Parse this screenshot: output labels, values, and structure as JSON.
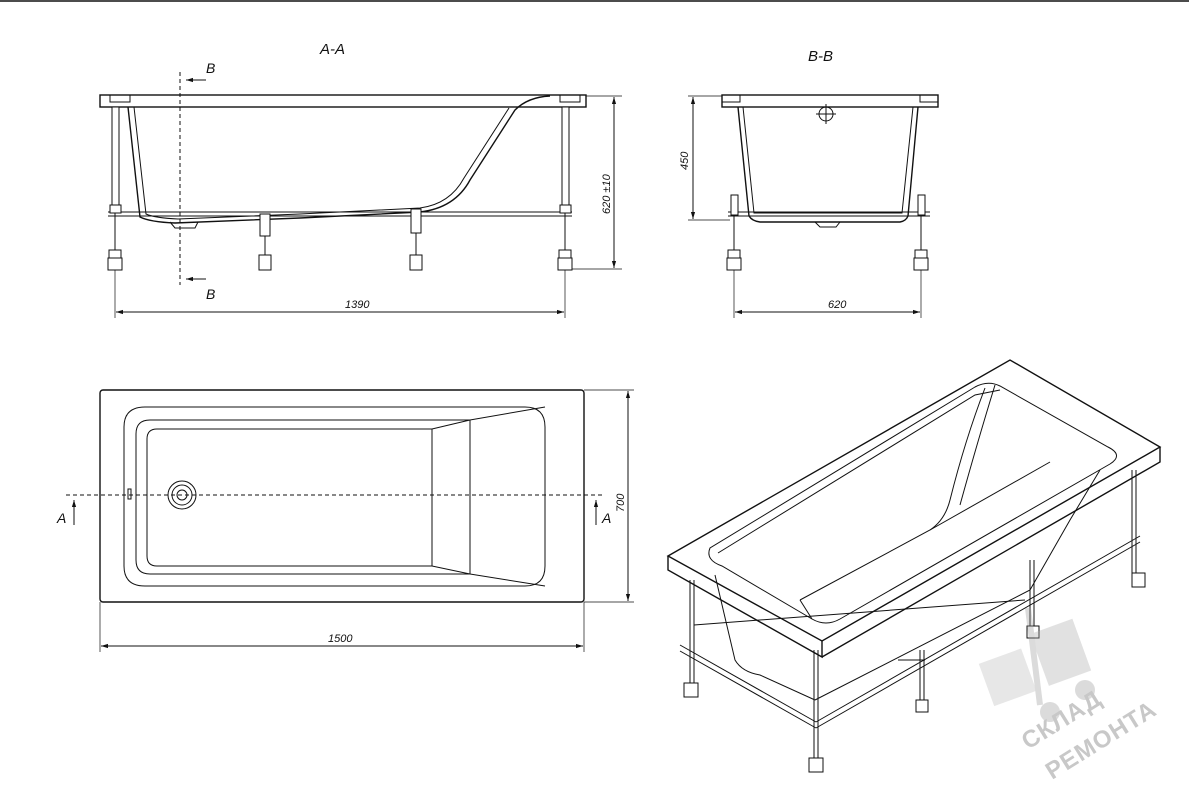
{
  "views": {
    "section_aa": {
      "title": "A-A",
      "cut_label_top": "B",
      "cut_label_bottom": "B",
      "length_dim": "1390",
      "height_dim": "620 ±10"
    },
    "section_bb": {
      "title": "B-B",
      "height_dim": "450",
      "width_dim": "620"
    },
    "plan": {
      "length_dim": "1500",
      "width_dim": "700",
      "cut_label_left": "A",
      "cut_label_right": "A"
    }
  },
  "watermark": {
    "line1": "СКЛАД",
    "line2": "РЕМОНТА",
    "icon": "forklift-icon"
  }
}
